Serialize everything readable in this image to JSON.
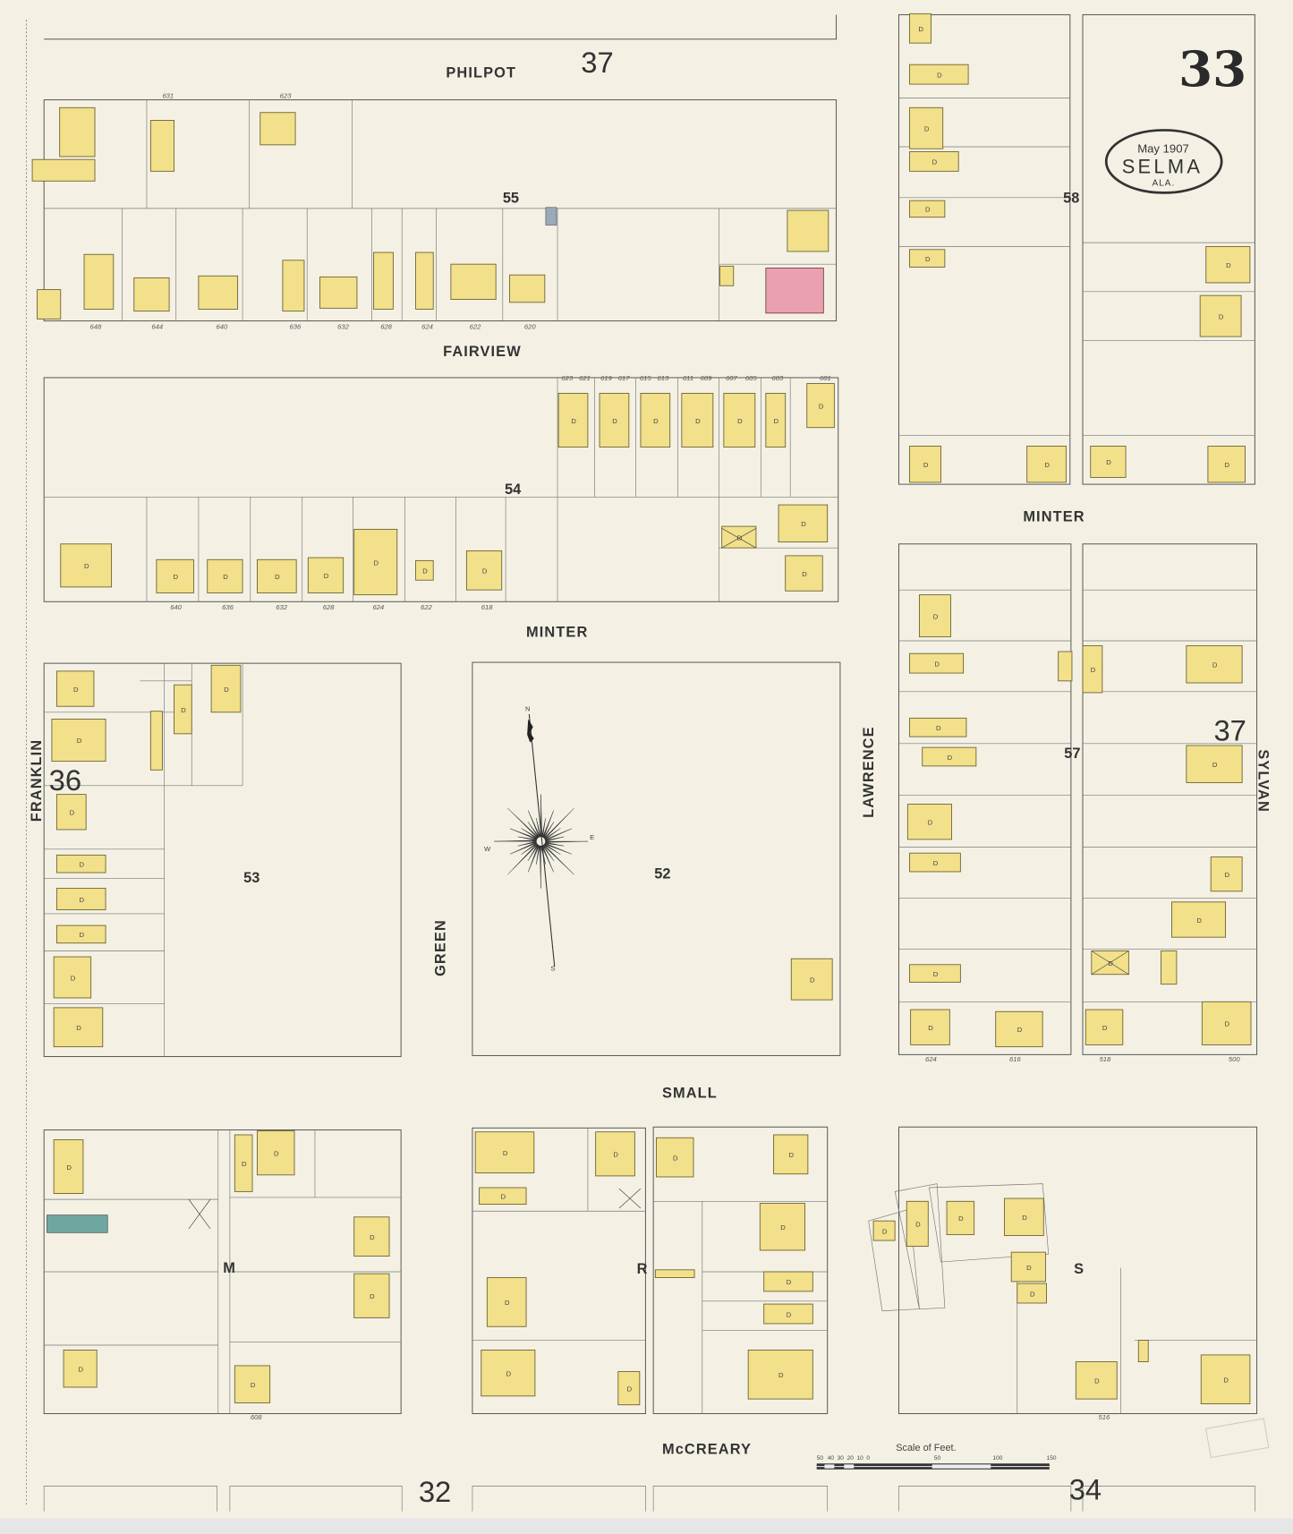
{
  "sheet": {
    "number": "33",
    "adjacent_sheets": {
      "top": "37",
      "left": "36",
      "right": "37",
      "bottom_left": "32",
      "bottom_right": "34"
    }
  },
  "title_cartouche": {
    "date": "May 1907",
    "city": "SELMA",
    "state": "ALA."
  },
  "streets": {
    "philpot": "PHILPOT",
    "fairview": "FAIRVIEW",
    "minter_west": "MINTER",
    "minter_east": "MINTER",
    "franklin": "FRANKLIN",
    "green": "GREEN",
    "lawrence": "LAWRENCE",
    "sylvan": "SYLVAN",
    "small": "SMALL",
    "mccreary": "McCREARY"
  },
  "blocks": {
    "b55": "55",
    "b54": "54",
    "b53": "53",
    "b52": "52",
    "b58": "58",
    "b57": "57",
    "bM": "M",
    "bR": "R",
    "bS": "S"
  },
  "building_label": "D",
  "house_numbers": {
    "fairview_south": [
      "648",
      "644",
      "640",
      "636",
      "632",
      "628",
      "624",
      "622",
      "620"
    ],
    "fairview_north": [
      "623",
      "621",
      "619",
      "617",
      "615",
      "613",
      "611",
      "609",
      "607",
      "605",
      "603",
      "601"
    ],
    "minter_north": [
      "640",
      "636",
      "632",
      "628",
      "624",
      "622",
      "618"
    ],
    "philpot_south": [
      "631",
      "623"
    ],
    "small_north_east": [
      "624",
      "616",
      "518",
      "500"
    ],
    "mccreary_north": [
      "608",
      "516"
    ]
  },
  "compass": {
    "n": "N",
    "s": "S",
    "e": "E",
    "w": "W"
  },
  "scale": {
    "title": "Scale of Feet.",
    "ticks": [
      "50",
      "40",
      "30",
      "20",
      "10",
      "0",
      "50",
      "100",
      "150"
    ]
  },
  "colors": {
    "paper": "#f4f1e4",
    "frame_dwelling": "#f2e08a",
    "brick": "#eaa0b0",
    "stone": "#6fa7a0"
  }
}
